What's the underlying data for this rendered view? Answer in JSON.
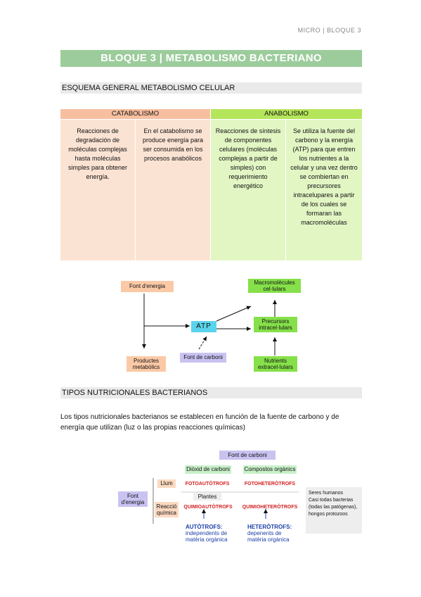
{
  "header": {
    "course_tag": "MICRO | BLOQUE 3"
  },
  "title": "BLOQUE 3 | METABOLISMO BACTERIANO",
  "section1": {
    "heading": "ESQUEMA GENERAL METABOLISMO CELULAR"
  },
  "table": {
    "catabolismo_header": "CATABOLISMO",
    "anabolismo_header": "ANABOLISMO",
    "cells": [
      "Reacciones de degradación de moléculas complejas hasta moléculas simples para obtener energía.",
      "En el catabolismo se produce energía para ser consumida en los procesos anabólicos",
      "Reacciones de síntesis de componentes celulares (moléculas complejas a partir de simples) con requerimiento energético",
      "Se utiliza la fuente del carbono y la energía (ATP) para que entren los nutrientes a la celular y una vez dentro se combiertan en precursores intracelupares a partir de los cuales se formaran las macromoléculas"
    ]
  },
  "diagram1": {
    "font_energia": "Font d'energia",
    "atp": "ATP",
    "macromolecules": "Macromolècules cel·lulars",
    "precursors": "Precursors intracel·lulars",
    "nutrients": "Nutrients extracel·lulars",
    "productes": "Productes metabòlics",
    "font_carboni": "Font de carboni",
    "colors": {
      "orange": "#fbc9a6",
      "green": "#86e04a",
      "purple": "#c9c3f2",
      "cyan": "#5ad4ec"
    }
  },
  "section2": {
    "heading": "TIPOS NUTRICIONALES BACTERIANOS",
    "paragraph": "Los tipos nutricionales bacterianos se establecen en función de la fuente de carbono y de energía que utilizan (luz o las propias reacciones químicas)"
  },
  "diagram2": {
    "font_carboni": "Font de carboni",
    "dioxid": "Diòxid de carboni",
    "compostos": "Compostos orgànics",
    "font_energia": "Font d'energia",
    "llum": "Llum",
    "reaccio": "Reacció química",
    "fotoautotrofs": "FOTOAUTÒTROFS",
    "plantes": "Plantes",
    "fotoheterotrofs": "FOTOHETERÒTROFS",
    "quimioautotrofs": "QUIMIOAUTÒTROFS",
    "quimioheterotrofs": "QUIMIOHETERÒTROFS",
    "autotrofs_title": "AUTÒTROFS:",
    "autotrofs_desc": "independents de matèria orgànica",
    "heterotrofs_title": "HETERÒTROFS:",
    "heterotrofs_desc": "depenents de matèria orgànica",
    "note": "Seres humanos\nCasi todas bacterias (todas las patógenas), hongos protozoos"
  }
}
